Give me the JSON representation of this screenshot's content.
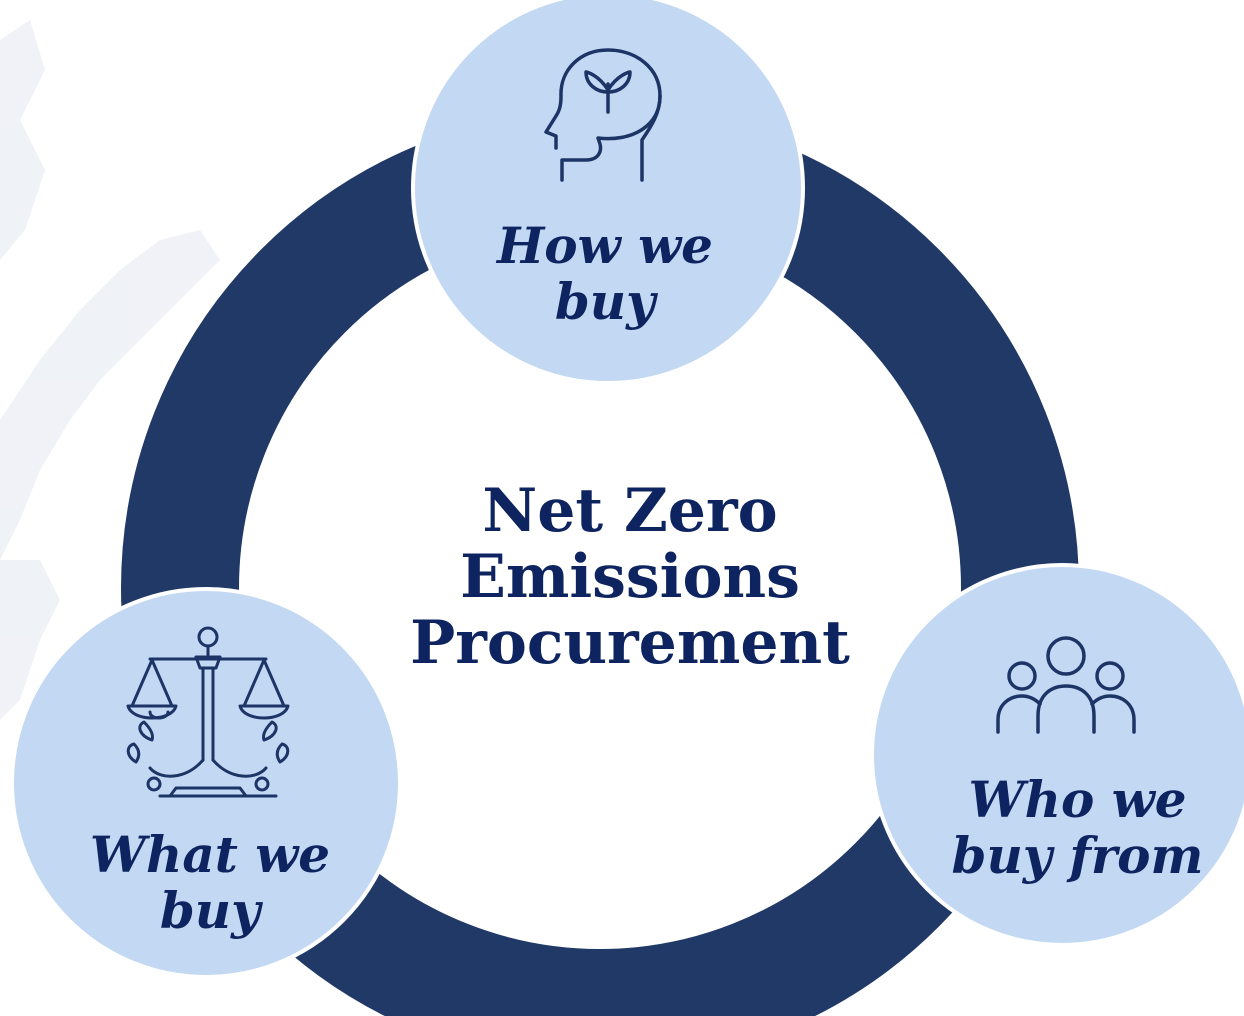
{
  "diagram": {
    "center_title": {
      "line1": "Net Zero",
      "line2": "Emissions",
      "line3": "Procurement"
    },
    "nodes": [
      {
        "id": "how",
        "line1": "How we",
        "line2": "buy",
        "icon": "head-with-sprout-icon"
      },
      {
        "id": "what",
        "line1": "What we",
        "line2": "buy",
        "icon": "balance-scale-icon"
      },
      {
        "id": "who",
        "line1": "Who we",
        "line2": "buy from",
        "icon": "people-group-icon"
      }
    ]
  },
  "colors": {
    "ring": "#213966",
    "node_fill": "#c3d8f2",
    "node_stroke": "#ffffff",
    "text": "#0e2460",
    "icon_stroke": "#1d3566",
    "watermark": "#eef1f6"
  }
}
